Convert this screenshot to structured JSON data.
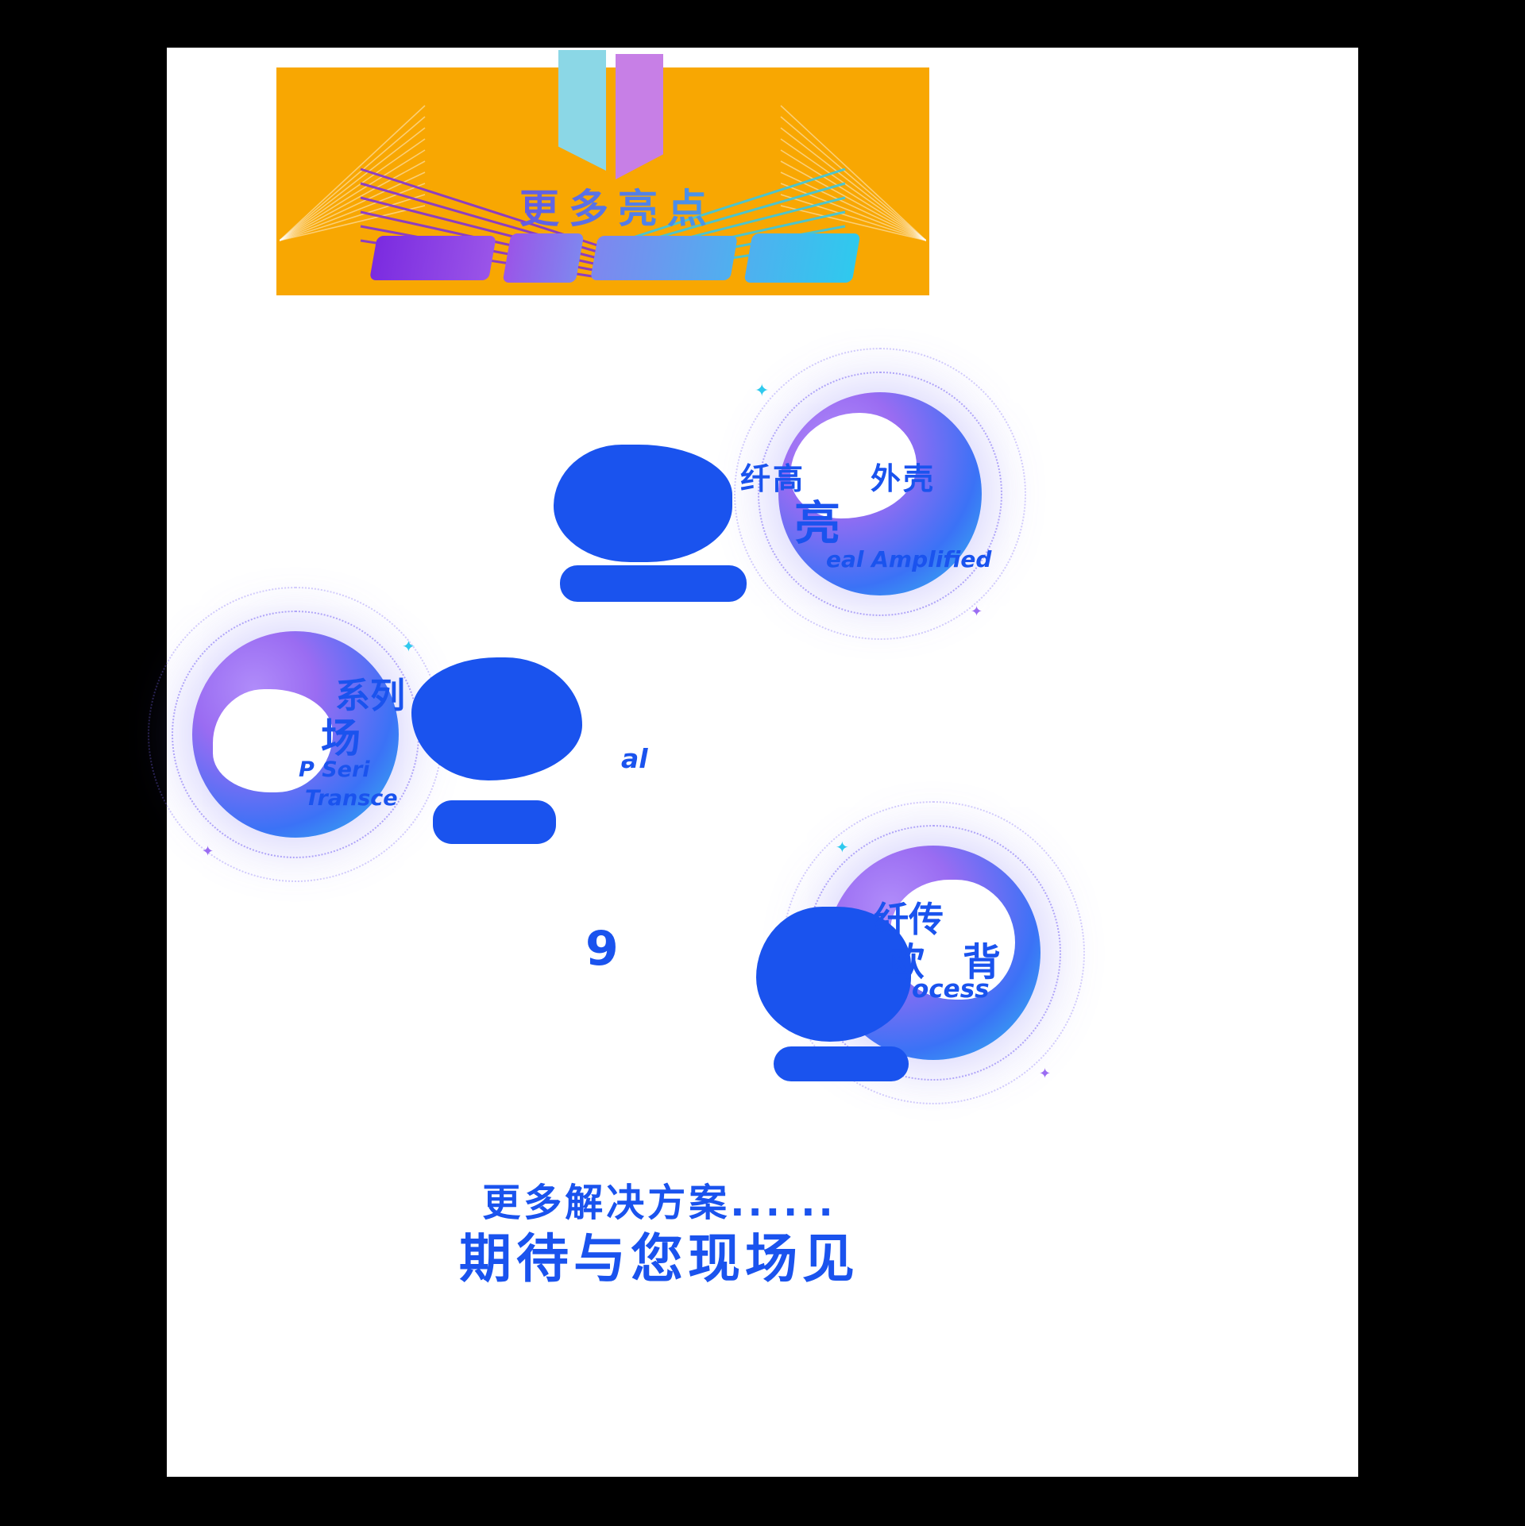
{
  "colors": {
    "bg": "#000000",
    "panel": "#FFFFFF",
    "banner": "#F8A702",
    "ribbon_cyan": "#8BD7E6",
    "ribbon_purple": "#C77FE6",
    "grad_purple": "#7B2BE0",
    "grad_cyan": "#2FC9EE",
    "blue": "#1A53EE",
    "badge_purple": "#9A6CF2",
    "badge_blue": "#3B72F6",
    "badge_cyan": "#35C4EF"
  },
  "banner": {
    "title": "更多亮点"
  },
  "icons": {
    "sparkle": "✦"
  },
  "features": [
    {
      "cn1": "纤高　　外壳",
      "cn2": "亮",
      "en": "eal Amplified"
    },
    {
      "cn1": "系列",
      "cn2": "场",
      "en1": "P  Seri",
      "en2": "Transce",
      "aside": "al"
    },
    {
      "cn1": "纤传",
      "cn2": "欧　背",
      "en": "ocess",
      "aside": "9"
    }
  ],
  "footer": {
    "line1": "更多解决方案......",
    "line2": "期待与您现场见"
  }
}
